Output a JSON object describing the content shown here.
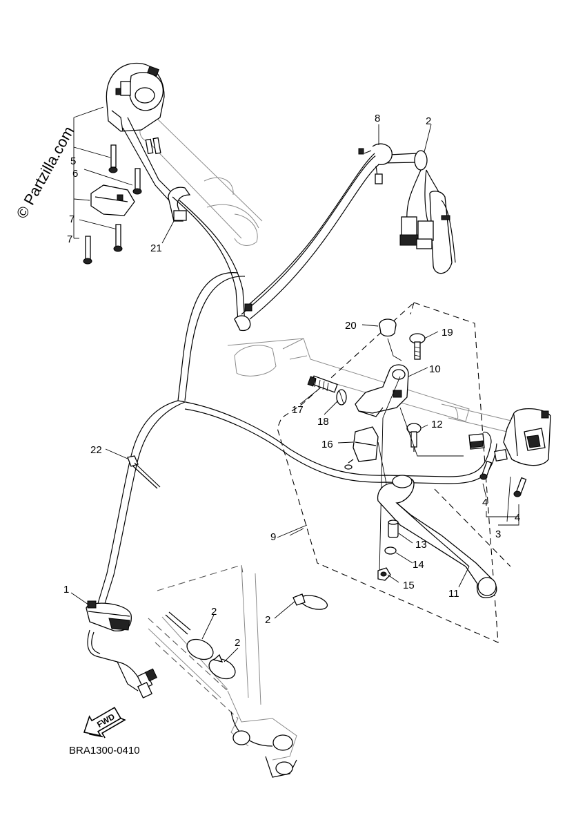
{
  "watermark": "© Partzilla.com",
  "drawing_code": "BRA1300-0410",
  "fwd_arrow_label": "FWD",
  "callouts": {
    "c1": "1",
    "c2a": "2",
    "c2b": "2",
    "c2c": "2",
    "c2d": "2",
    "c3": "3",
    "c4a": "4",
    "c4b": "4",
    "c5": "5",
    "c6": "6",
    "c7a": "7",
    "c7b": "7",
    "c8": "8",
    "c9": "9",
    "c10": "10",
    "c11": "11",
    "c12": "12",
    "c13": "13",
    "c14": "14",
    "c15": "15",
    "c16": "16",
    "c17": "17",
    "c18": "18",
    "c19": "19",
    "c20": "20",
    "c21": "21",
    "c22": "22"
  }
}
